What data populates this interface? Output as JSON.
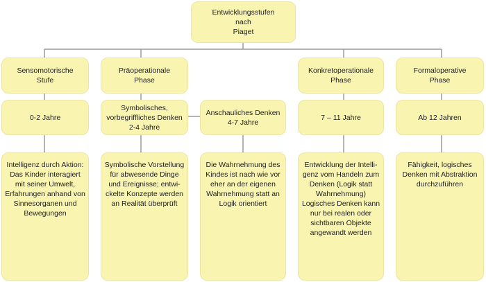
{
  "root": "Entwicklungsstufen\nnach\nPiaget",
  "stages": [
    {
      "title": "Sensomotorische\nStufe",
      "age": "0-2 Jahre",
      "description": "Intelligenz durch Aktion:\nDas Kinder interagiert\nmit seiner Umwelt,\nErfahrungen anhand von\nSinnesorganen und\nBewegungen"
    },
    {
      "title": "Präoperationale\nPhase",
      "age": "Symbolisches,\nvorbegriffliches Denken\n2-4 Jahre",
      "description": "Symbolische Vorstellung\nfür abwesende Dinge\nund Ereignisse; entwi-\nckelte Konzepte werden\nan Realität überprüft"
    },
    {
      "age": "Anschauliches Denken\n4-7 Jahre",
      "description": "Die Wahrnehmung des\nKindes ist nach wie vor\neher an der eigenen\nWahrnehmung statt an\nLogik orientiert"
    },
    {
      "title": "Konkretoperationale\nPhase",
      "age": "7 – 11 Jahre",
      "description": "Entwicklung der Intelli-\ngenz vom Handeln zum\nDenken (Logik statt\nWahrnehmung)\nLogisches Denken kann\nnur bei realen oder\nsichtbaren Objekte\nangewandt werden"
    },
    {
      "title": "Formaloperative\nPhase",
      "age": "Ab 12 Jahren",
      "description": "Fähigkeit, logisches\nDenken mit Abstraktion\ndurchzuführen"
    }
  ],
  "colors": {
    "box_fill": "#f9f4b0",
    "connector": "#9a9a9a"
  }
}
